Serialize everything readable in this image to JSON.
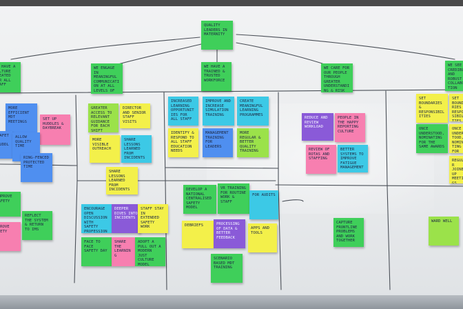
{
  "colors": {
    "green": "#3fcf5a",
    "lime": "#9be24a",
    "yellow": "#f3f04a",
    "pink": "#f77fb0",
    "blue": "#4f8ff0",
    "cyan": "#3cc9e6",
    "purple": "#8a5ad8",
    "orange": "#f2a23a"
  },
  "notes": {
    "root": "Quality leaders in maternity",
    "goal_1": "We have a culture created for all staff",
    "goal_2": "We engage in meaningful communication at all levels of service",
    "goal_3": "We have a trained & trusted workforce",
    "goal_4": "We care for our people through greater understanding & risk reduction",
    "goal_5": "We see credible and robust collaboration",
    "a1": "More efficient MDT meetings",
    "a2": "Set up huddles & daybreak",
    "a3": "Safety huddle",
    "a4": "Allow quality time",
    "a5": "Ring-fenced protected time",
    "b1": "Greater access to relevant guidance for each shift",
    "b2": "Director and senior staff visits",
    "b3": "More visible outreach",
    "b4": "Share lessons learned from incidents",
    "c1": "Increased learning opportunities for all staff",
    "c2": "Improve and increase simulation training",
    "c3": "Create meaningful learning programmes",
    "c4": "Identify & respond to all staff education needs",
    "c5": "Management training for leaders",
    "c6": "More regular & better quality training",
    "d1": "Reduce and review workload",
    "d2": "People in the happy reporting culture",
    "d3": "Review of rotas and staffing",
    "d4": "Better systems to improve fatigue management",
    "e1": "Set boundaries & responsibilities",
    "e2": "Once understood, nominating for the same awards",
    "e3": "Regular joined up meetings",
    "f1": "Improve safety",
    "f2": "Reflect the system & return to ims",
    "g1": "Encourage open discussion with safety professionals",
    "g2": "Deeper dives into incidents",
    "g3": "Staff stay in extended safety work",
    "g4": "Face to face safety day",
    "g5": "Share the learning",
    "g6": "Adopt a pull out a modern just culture model",
    "h1": "Develop a national centralised safety model",
    "h2": "VR training for routine work & staff",
    "h3": "For audits",
    "h4": "Debriefs",
    "h5": "Processing of data & better feedback",
    "h6": "Apps and tools",
    "h7": "Scenario based MDT training",
    "i1": "Capture frontline problems and work together",
    "i2": "Ward well"
  }
}
